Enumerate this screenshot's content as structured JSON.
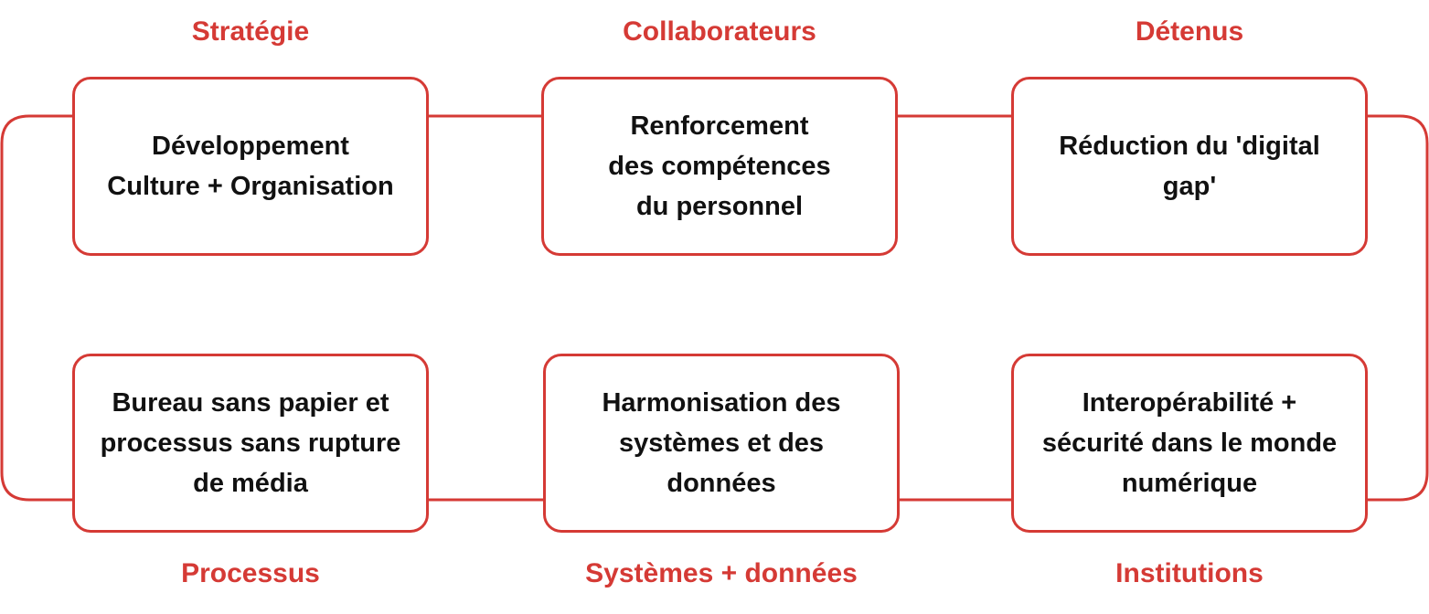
{
  "colors": {
    "accent": "#d53a35",
    "text": "#111111",
    "background": "#ffffff"
  },
  "top_row": {
    "headings": [
      "Stratégie",
      "Collaborateurs",
      "Détenus"
    ],
    "boxes": [
      "Développement\nCulture + Organisation",
      "Renforcement\ndes compétences\ndu personnel",
      "Réduction du 'digital\ngap'"
    ]
  },
  "bottom_row": {
    "boxes": [
      "Bureau sans papier et\nprocessus sans rupture\nde média",
      "Harmonisation des\nsystèmes et des\ndonnées",
      "Interopérabilité  +\nsécurité dans le monde\nnumérique"
    ],
    "headings": [
      "Processus",
      "Systèmes + données",
      "Institutions"
    ]
  }
}
